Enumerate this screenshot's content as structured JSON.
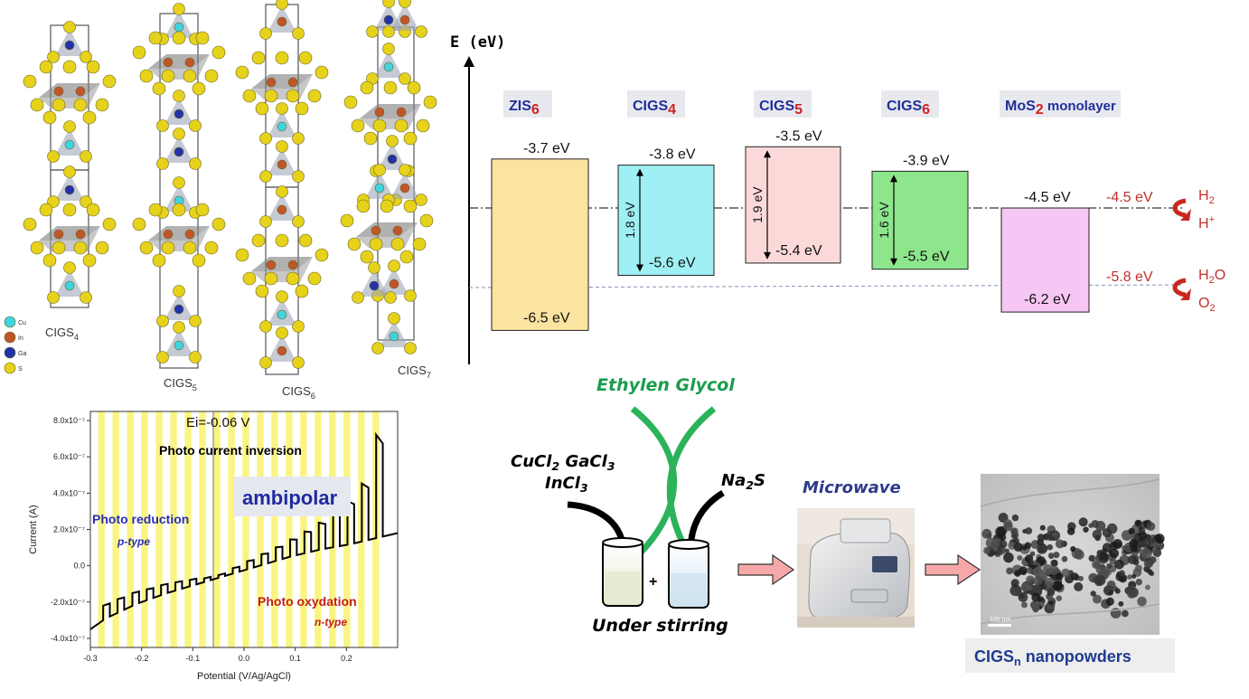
{
  "crystal_panel": {
    "legend": [
      {
        "label": "Cu",
        "color": "#3fd4e0"
      },
      {
        "label": "In",
        "color": "#c0552a"
      },
      {
        "label": "Ga",
        "color": "#2233aa"
      },
      {
        "label": "S",
        "color": "#e6d21a"
      }
    ],
    "structures": [
      {
        "base": "CIGS",
        "sub": "4"
      },
      {
        "base": "CIGS",
        "sub": "5"
      },
      {
        "base": "CIGS",
        "sub": "6"
      },
      {
        "base": "CIGS",
        "sub": "7"
      }
    ]
  },
  "band_diagram": {
    "axis_label": "E (eV)",
    "materials": [
      {
        "base": "ZIS",
        "sub": "6",
        "suffix": "",
        "color": "#fbe3a0",
        "cb": -3.7,
        "vb": -6.5,
        "cb_label": "-3.7 eV",
        "vb_label": "-6.5 eV",
        "gap_label": ""
      },
      {
        "base": "CIGS",
        "sub": "4",
        "suffix": "",
        "color": "#9ff0f4",
        "cb": -3.8,
        "vb": -5.6,
        "cb_label": "-3.8 eV",
        "vb_label": "-5.6 eV",
        "gap_label": "1.8 eV"
      },
      {
        "base": "CIGS",
        "sub": "5",
        "suffix": "",
        "color": "#fcd9d9",
        "cb": -3.5,
        "vb": -5.4,
        "cb_label": "-3.5 eV",
        "vb_label": "-5.4 eV",
        "gap_label": "1.9 eV"
      },
      {
        "base": "CIGS",
        "sub": "6",
        "suffix": "",
        "color": "#8ee68c",
        "cb": -3.9,
        "vb": -5.5,
        "cb_label": "-3.9 eV",
        "vb_label": "-5.5 eV",
        "gap_label": "1.6 eV"
      },
      {
        "base": "MoS",
        "sub": "2",
        "suffix": " monolayer",
        "color": "#f6c6f4",
        "cb": -4.5,
        "vb": -6.2,
        "cb_label": "-4.5 eV",
        "vb_label": "-6.2 eV",
        "gap_label": ""
      }
    ],
    "redox": [
      {
        "energy": -4.5,
        "label": "-4.5 eV",
        "top": "H",
        "top_sub": "2",
        "top_sup": "",
        "bottom": "H",
        "bottom_sub": "",
        "bottom_sup": "+"
      },
      {
        "energy": -5.8,
        "label": "-5.8 eV",
        "top": "H",
        "top_sub": "2",
        "top_sup": "O",
        "bottom": "O",
        "bottom_sub": "2",
        "bottom_sup": ""
      }
    ]
  },
  "chart_data": {
    "type": "line",
    "title": "Ei=-0.06 V",
    "subtitle": "Photo current inversion",
    "xlabel": "Potential (V/Ag/AgCl)",
    "ylabel": "Current (A)",
    "xlim": [
      -0.3,
      0.3
    ],
    "ylim": [
      -4.5e-07,
      8.5e-07
    ],
    "x_ticks": [
      "-0.3",
      "-0.2",
      "-0.1",
      "0.0",
      "0.1",
      "0.2"
    ],
    "x_tick_values": [
      -0.3,
      -0.2,
      -0.1,
      0.0,
      0.1,
      0.2
    ],
    "y_ticks": [
      "-4.0x10⁻⁷",
      "-2.0x10⁻⁷",
      "0.0",
      "2.0x10⁻⁷",
      "4.0x10⁻⁷",
      "6.0x10⁻⁷",
      "8.0x10⁻⁷"
    ],
    "y_tick_values": [
      -4e-07,
      -2e-07,
      0,
      2e-07,
      4e-07,
      6e-07,
      8e-07
    ],
    "ei_line": -0.06,
    "light_pulses": {
      "start": -0.285,
      "period": 0.0282,
      "width": 0.013,
      "count": 20
    },
    "annotations": {
      "center": "ambipolar",
      "left_title": "Photo reduction",
      "left_type": "p-type",
      "right_title": "Photo oxydation",
      "right_type": "n-type"
    },
    "series": [
      {
        "x": [
          -0.3,
          -0.27,
          -0.24,
          -0.21,
          -0.18,
          -0.15,
          -0.12,
          -0.09,
          -0.06,
          -0.03,
          0.0,
          0.03,
          0.06,
          0.09,
          0.12,
          0.15,
          0.18,
          0.21,
          0.24,
          0.27,
          0.3
        ],
        "dark": [
          -3.5e-07,
          -2.9e-07,
          -2.5e-07,
          -2.1e-07,
          -1.8e-07,
          -1.5e-07,
          -1.25e-07,
          -1e-07,
          -7.5e-08,
          -5e-08,
          -2.5e-08,
          0.0,
          2.5e-08,
          5e-08,
          7e-08,
          9e-08,
          1.05e-07,
          1.2e-07,
          1.4e-07,
          1.6e-07,
          1.8e-07
        ]
      }
    ],
    "photo_response": [
      {
        "x": -0.275,
        "delta": 8e-08
      },
      {
        "x": -0.247,
        "delta": 7.5e-08
      },
      {
        "x": -0.218,
        "delta": 7e-08
      },
      {
        "x": -0.19,
        "delta": 6e-08
      },
      {
        "x": -0.162,
        "delta": 5.5e-08
      },
      {
        "x": -0.134,
        "delta": 4.5e-08
      },
      {
        "x": -0.106,
        "delta": 3.5e-08
      },
      {
        "x": -0.078,
        "delta": 2e-08
      },
      {
        "x": -0.05,
        "delta": 1.5e-08
      },
      {
        "x": -0.022,
        "delta": 3e-08
      },
      {
        "x": 0.006,
        "delta": 4.5e-08
      },
      {
        "x": 0.034,
        "delta": 6e-08
      },
      {
        "x": 0.062,
        "delta": 7.5e-08
      },
      {
        "x": 0.09,
        "delta": 9.5e-08
      },
      {
        "x": 0.118,
        "delta": 1.2e-07
      },
      {
        "x": 0.146,
        "delta": 1.5e-07
      },
      {
        "x": 0.174,
        "delta": 1.9e-07
      },
      {
        "x": 0.202,
        "delta": 2.4e-07
      },
      {
        "x": 0.23,
        "delta": 3.2e-07
      },
      {
        "x": 0.258,
        "delta": 5.7e-07
      }
    ]
  },
  "synthesis": {
    "solvent": "Ethylen Glycol",
    "precursor_line1_a": "CuCl",
    "precursor_line1_a_sub": "2",
    "precursor_line1_b": "GaCl",
    "precursor_line1_b_sub": "3",
    "precursor_line2": "InCl",
    "precursor_line2_sub": "3",
    "sulfur_source": "Na",
    "sulfur_source_sub": "2",
    "sulfur_source_tail": "S",
    "plus": "+",
    "stirring": "Under stirring",
    "microwave": "Microwave",
    "scale_bar": "100 nm",
    "product_base": "CIGS",
    "product_sub": "n",
    "product_tail": " nanopowders"
  }
}
